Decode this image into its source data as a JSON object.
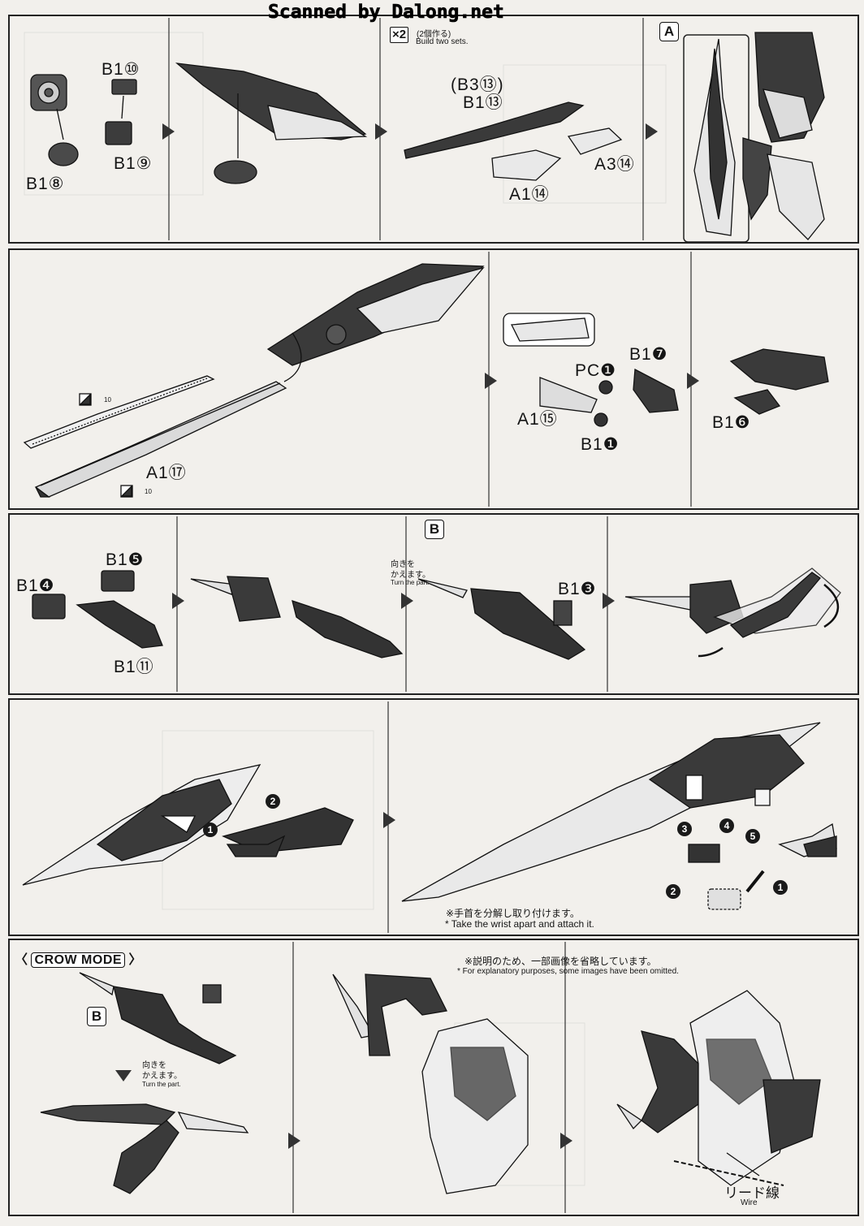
{
  "watermark": "Scanned by Dalong.net",
  "build_sets": {
    "badge": "×2",
    "jp": "(2個作る)",
    "en": "Build two sets."
  },
  "step_labels": {
    "A": "A",
    "B1": "B",
    "B2": "B"
  },
  "row1_parts": {
    "b1_10": "B1⑩",
    "b1_9": "B1⑨",
    "b1_8": "B1⑧",
    "b3_13": "(B3⑬)",
    "b1_13": "B1⑬",
    "a3_14": "A3⑭",
    "a1_14": "A1⑭"
  },
  "row2_parts": {
    "a1_17": "A1⑰",
    "pc1": "PC❶",
    "b1_7": "B1❼",
    "a1_15": "A1⑮",
    "b1_1": "B1❶",
    "b1_6": "B1❻",
    "cut1": "10",
    "cut2": "10"
  },
  "row3_parts": {
    "b1_5": "B1❺",
    "b1_4": "B1❹",
    "b1_11": "B1⑪",
    "b1_3": "B1❸"
  },
  "turn_part": {
    "jp1": "向きを",
    "jp2": "かえます。",
    "en": "Turn the part."
  },
  "row4": {
    "step1": "1",
    "step2": "2",
    "step3": "3",
    "step4": "4",
    "step5": "5",
    "wrist_jp": "※手首を分解し取り付けます。",
    "wrist_en": "* Take the wrist apart and attach it."
  },
  "crow_mode": {
    "title": "CROW MODE",
    "omit_jp": "※説明のため、一部画像を省略しています。",
    "omit_en": "* For explanatory purposes, some images have been omitted."
  },
  "wire": {
    "jp": "リード線",
    "en": "Wire"
  },
  "colors": {
    "paper": "#f2f0ec",
    "ink": "#151515",
    "part_dark": "#3a3a3a",
    "part_light": "#e6e6e6"
  }
}
